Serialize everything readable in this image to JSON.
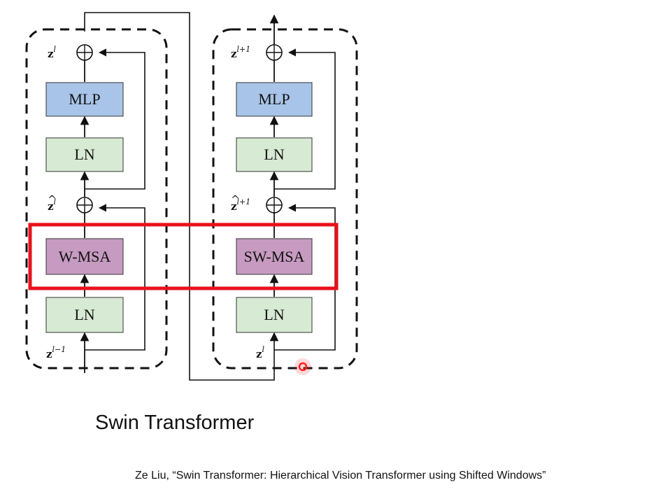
{
  "blocks": [
    {
      "input_base": "z",
      "input_sup": "l−1",
      "mid_base": "z",
      "mid_hat": "^",
      "mid_sup": "l",
      "output_base": "z",
      "output_sup": "l",
      "ln1": "LN",
      "msa": "W-MSA",
      "ln2": "LN",
      "mlp": "MLP"
    },
    {
      "input_base": "z",
      "input_sup": "l",
      "mid_base": "z",
      "mid_hat": "^",
      "mid_sup": "l+1",
      "output_base": "z",
      "output_sup": "l+1",
      "ln1": "LN",
      "msa": "SW-MSA",
      "ln2": "LN",
      "mlp": "MLP"
    }
  ],
  "caption": "Swin Transformer",
  "citation": "Ze Liu, “Swin Transformer: Hierarchical Vision Transformer using Shifted Windows”",
  "colors": {
    "mlp": "#a8c4e8",
    "ln": "#d7ead3",
    "msa": "#c79bc1",
    "highlight": "#e8121b",
    "cursor": "#ff2a2a"
  }
}
